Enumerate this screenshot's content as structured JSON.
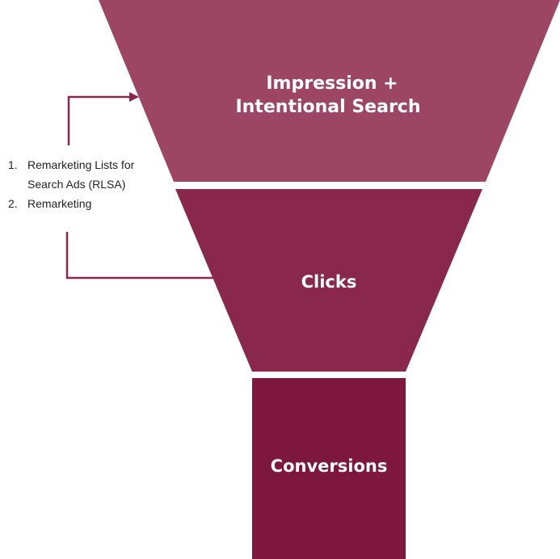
{
  "colors": {
    "stage1": "#9C4664",
    "stage2": "#8A284C",
    "stage3": "#7E173C",
    "connector": "#8A284C",
    "label_text": "#FFFFFF",
    "list_text": "#222222"
  },
  "stages": [
    {
      "label_line1": "Impression +",
      "label_line2": "Intentional Search"
    },
    {
      "label": "Clicks"
    },
    {
      "label": "Conversions"
    }
  ],
  "side_list": {
    "items": [
      {
        "number": "1.",
        "text": "Remarketing Lists for Search Ads (RLSA)"
      },
      {
        "number": "2.",
        "text": "Remarketing"
      }
    ]
  },
  "icons": {
    "connector_arrow": "arrow-right-icon"
  }
}
